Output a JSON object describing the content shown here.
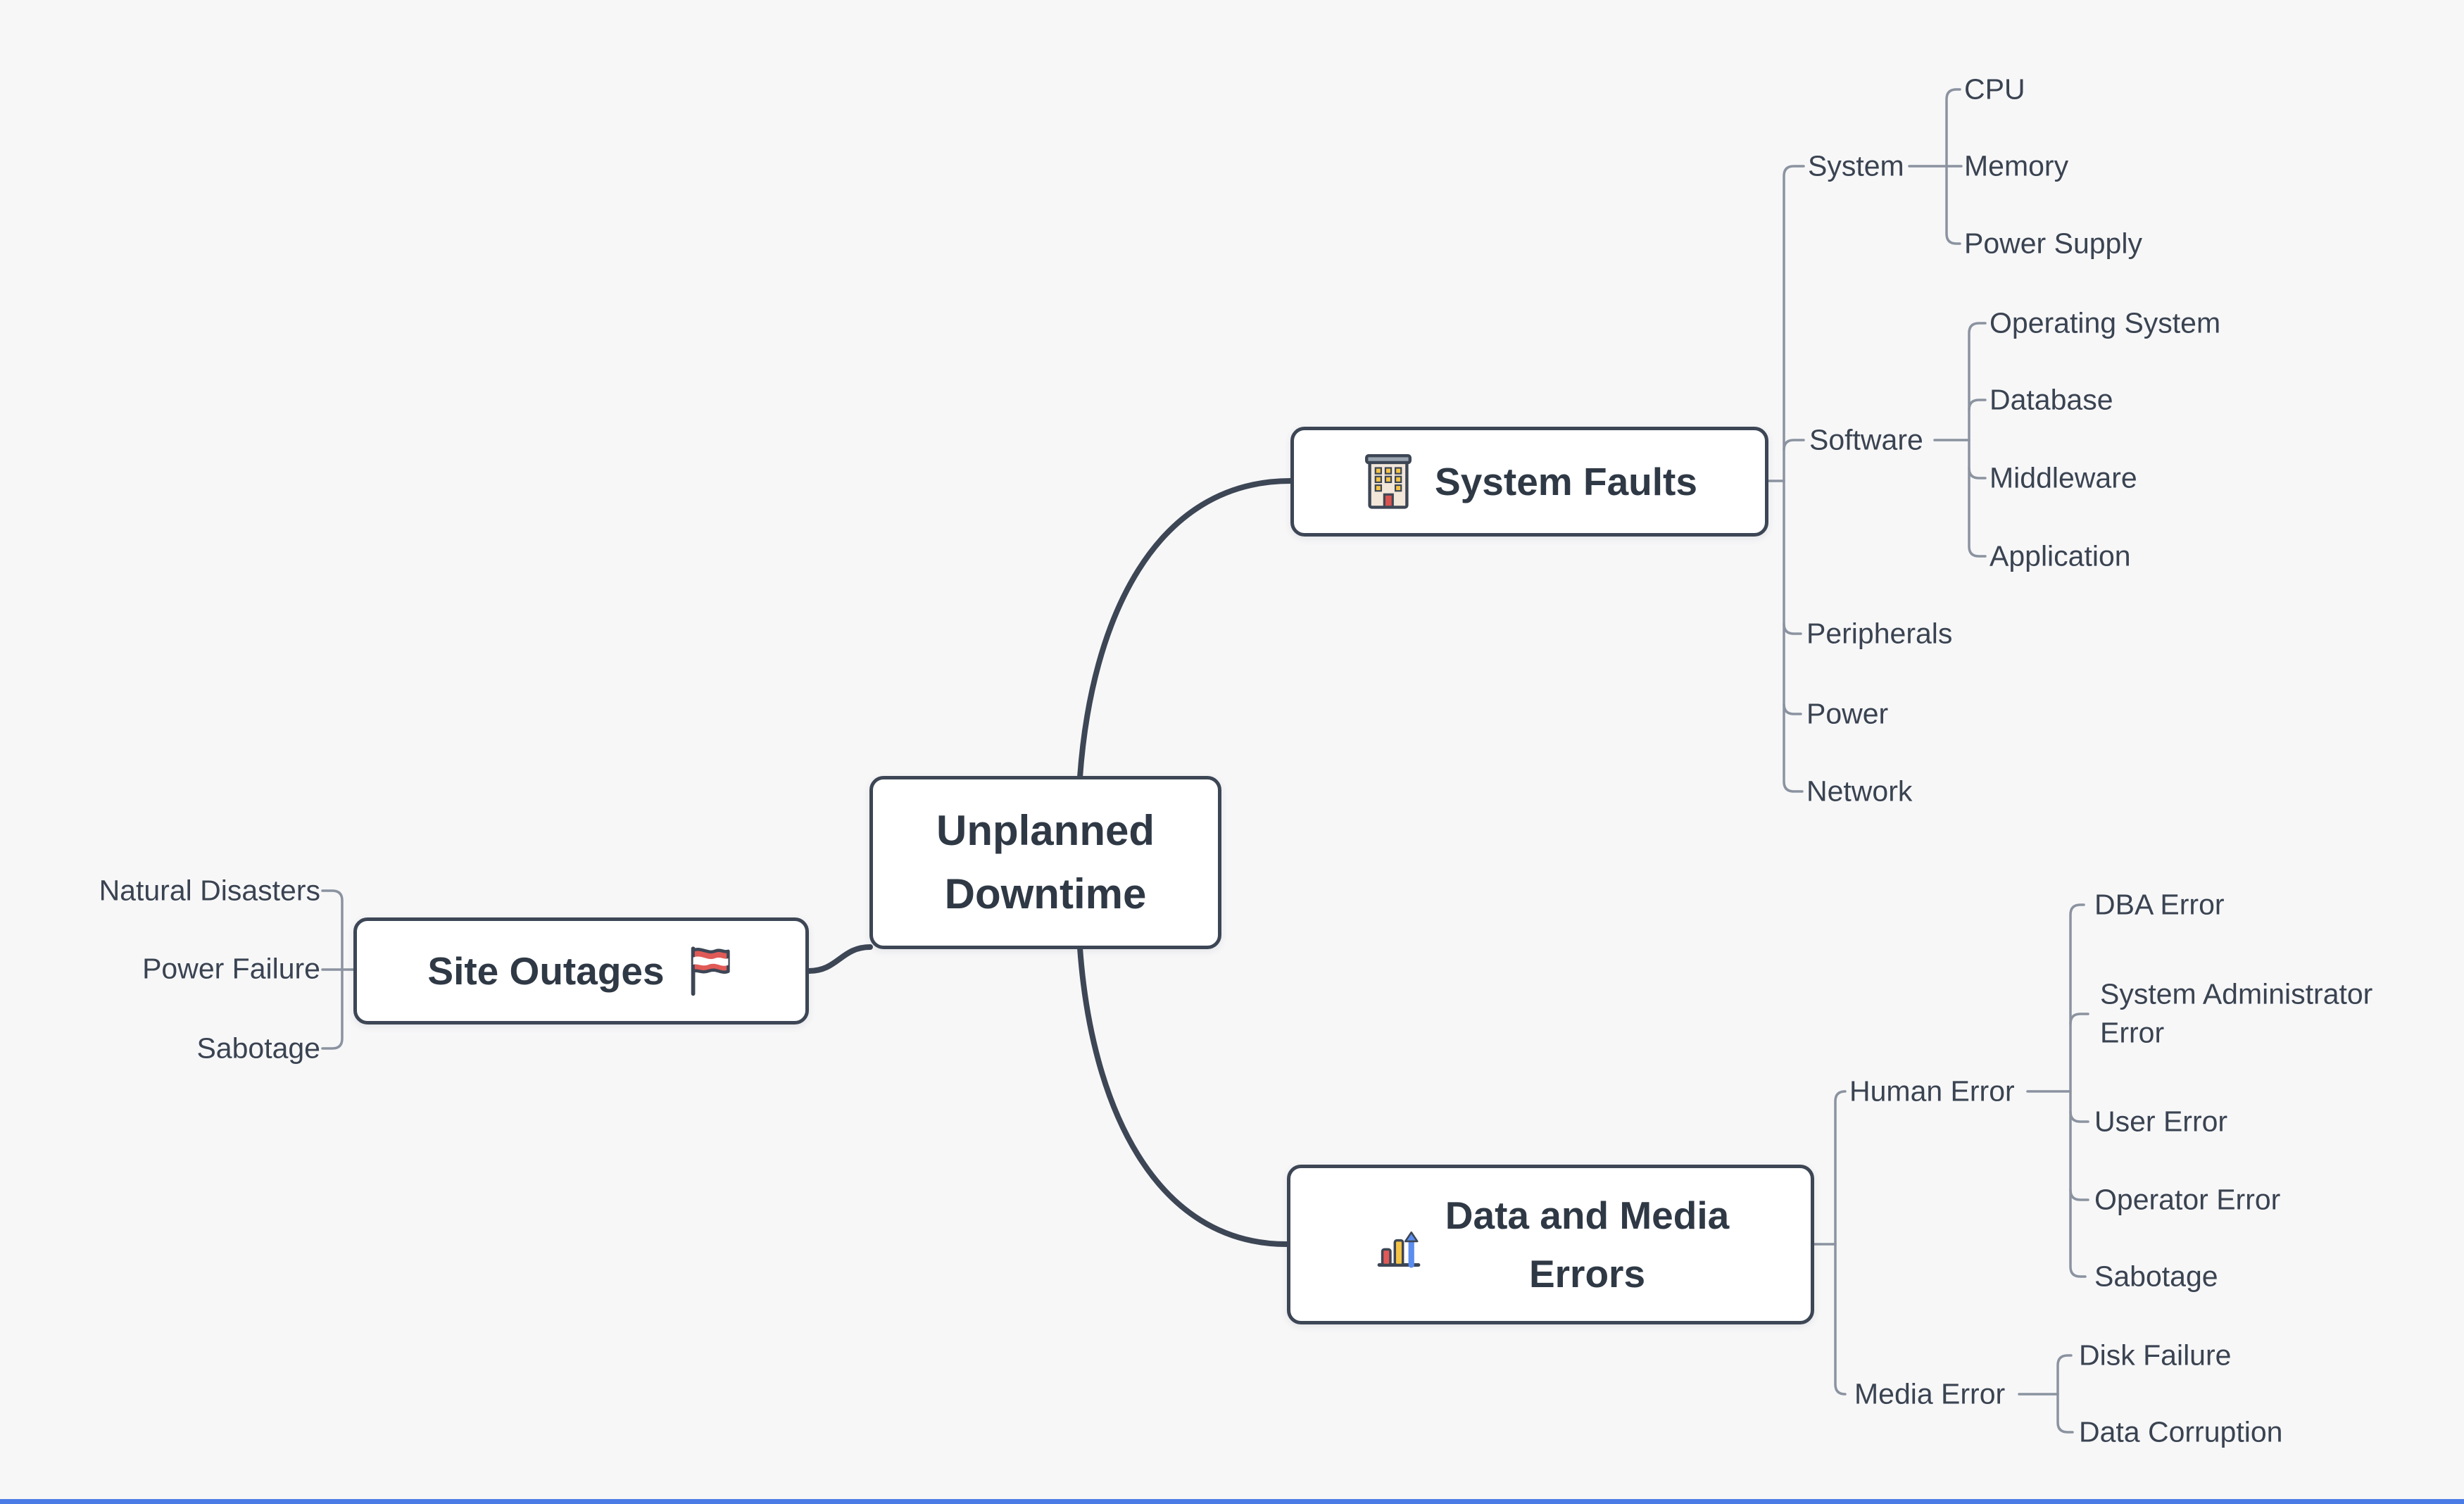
{
  "title": "Unplanned Downtime Mind Map",
  "colors": {
    "background": "#f7f7f8",
    "node_background": "#ffffff",
    "node_border": "#3d4655",
    "heading_text": "#2f3945",
    "label_text": "#3a4351",
    "line_main": "#3d4655",
    "line_child": "#8b93a0",
    "accent_red": "#e05a57",
    "accent_yellow": "#f6c445",
    "accent_blue": "#5b8def",
    "bottom_bar": "#4b7be5"
  },
  "root": {
    "line1": "Unplanned",
    "line2": "Downtime"
  },
  "site_outages": {
    "label": "Site Outages",
    "icon": "flag-icon",
    "children": [
      "Natural Disasters",
      "Power Failure",
      "Sabotage"
    ]
  },
  "system_faults": {
    "label": "System Faults",
    "icon": "building-icon",
    "children": [
      {
        "label": "System",
        "children": [
          "CPU",
          "Memory",
          "Power Supply"
        ]
      },
      {
        "label": "Software",
        "children": [
          "Operating System",
          "Database",
          "Middleware",
          "Application"
        ]
      },
      {
        "label": "Peripherals"
      },
      {
        "label": "Power"
      },
      {
        "label": "Network"
      }
    ]
  },
  "data_media_errors": {
    "line1": "Data and Media",
    "line2": "Errors",
    "icon": "bar-chart-icon",
    "children": [
      {
        "label": "Human Error",
        "children": [
          "DBA Error",
          "System Administrator Error",
          "User Error",
          "Operator Error",
          "Sabotage"
        ]
      },
      {
        "label": "Media Error",
        "children": [
          "Disk Failure",
          "Data Corruption"
        ]
      }
    ]
  }
}
